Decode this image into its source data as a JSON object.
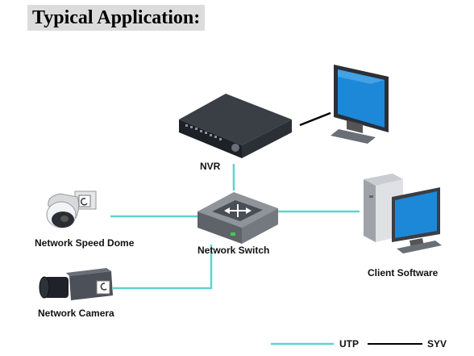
{
  "title": "Typical Application:",
  "nodes": {
    "nvr": "NVR",
    "network_switch": "Network Switch",
    "network_speed_dome": "Network Speed Dome",
    "network_camera": "Network Camera",
    "client_software": "Client Software"
  },
  "legend": {
    "utp": "UTP",
    "syv": "SYV"
  },
  "colors": {
    "utp_line": "#5fd3d0",
    "syv_line": "#000000",
    "monitor_screen": "#1e88d8"
  },
  "icons": [
    "nvr-icon",
    "monitor-icon",
    "network-switch-icon",
    "speed-dome-icon",
    "network-camera-icon",
    "client-pc-icon"
  ]
}
